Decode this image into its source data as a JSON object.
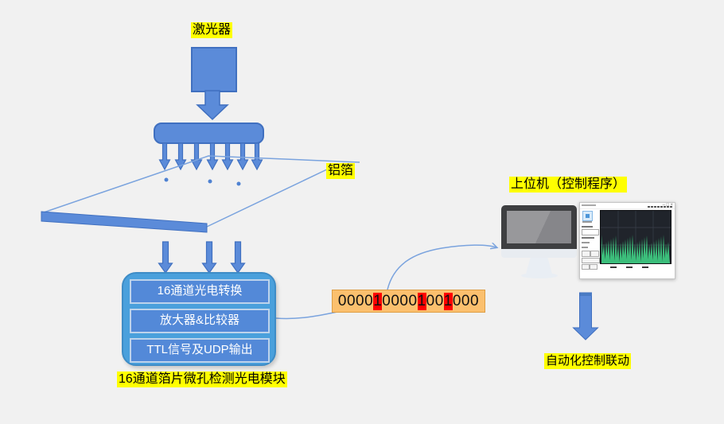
{
  "canvas": {
    "background": "#F1F1F1"
  },
  "labels": {
    "laser": "激光器",
    "foil": "铝箔",
    "host_computer": "上位机（控制程序）",
    "automation": "自动化控制联动",
    "module_caption": "16通道箔片微孔检测光电模块"
  },
  "module": {
    "rows": [
      {
        "label": "16通道光电转换"
      },
      {
        "label": "放大器&比较器"
      },
      {
        "label": "TTL信号及UDP输出"
      }
    ]
  },
  "binary_readout": {
    "value": "0000100001001000",
    "segments": [
      {
        "text": "0000",
        "highlight": false
      },
      {
        "text": "1",
        "highlight": true
      },
      {
        "text": "0000",
        "highlight": false
      },
      {
        "text": "1",
        "highlight": true
      },
      {
        "text": "00",
        "highlight": false
      },
      {
        "text": "1",
        "highlight": true
      },
      {
        "text": "000",
        "highlight": false
      }
    ]
  },
  "colors": {
    "shape_fill": "#5B8BD9",
    "shape_stroke": "#4070C0",
    "module_fill": "#4AA0DC",
    "module_row_fill": "#5389D8",
    "binary_fill": "#FBC06E",
    "binary_highlight": "#FF0000",
    "connector": "#7AA3DE",
    "label_highlight": "#FFFF00",
    "waveform_green": "#3CBE7B"
  }
}
